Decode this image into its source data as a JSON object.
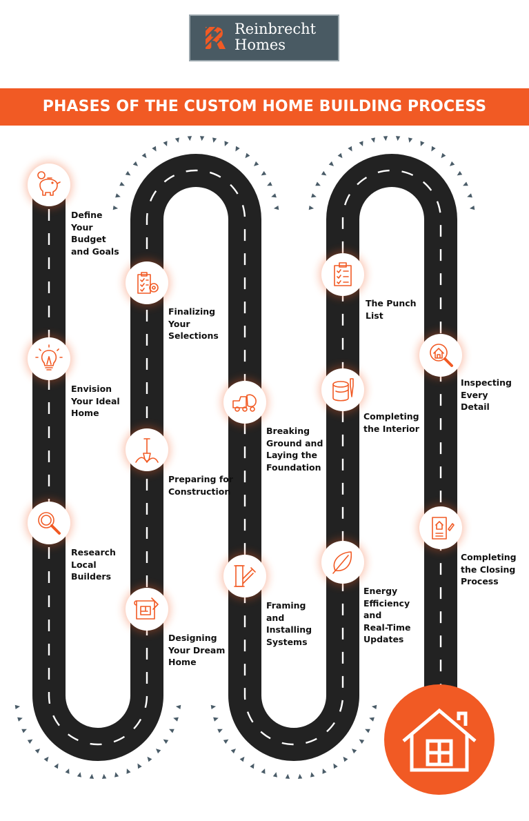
{
  "brand": {
    "name": "Reinbrecht\nHomes",
    "logo_mark": "R"
  },
  "title": "PHASES OF THE CUSTOM HOME BUILDING PROCESS",
  "colors": {
    "accent": "#f15a24",
    "road": "#222222",
    "logo_bg": "#495a63",
    "arrow": "#4a5c68"
  },
  "steps": [
    {
      "label": "Define\nYour\nBudget\nand Goals",
      "icon": "piggy-bank-icon"
    },
    {
      "label": "Envision\nYour Ideal\nHome",
      "icon": "lightbulb-icon"
    },
    {
      "label": "Research\nLocal\nBuilders",
      "icon": "magnifier-icon"
    },
    {
      "label": "Designing\nYour Dream\nHome",
      "icon": "blueprint-icon"
    },
    {
      "label": "Preparing for\nConstruction",
      "icon": "shovel-icon"
    },
    {
      "label": "Finalizing\nYour\nSelections",
      "icon": "checklist-gear-icon"
    },
    {
      "label": "Breaking\nGround and\nLaying the\nFoundation",
      "icon": "cement-truck-icon"
    },
    {
      "label": "Framing\nand\nInstalling\nSystems",
      "icon": "pipe-icon"
    },
    {
      "label": "Energy\nEfficiency\nand\nReal-Time\nUpdates",
      "icon": "leaf-icon"
    },
    {
      "label": "Completing\nthe Interior",
      "icon": "paint-bucket-icon"
    },
    {
      "label": "The Punch\nList",
      "icon": "clipboard-icon"
    },
    {
      "label": "Inspecting\nEvery\nDetail",
      "icon": "house-magnifier-icon"
    },
    {
      "label": "Completing\nthe Closing\nProcess",
      "icon": "document-house-icon"
    },
    {
      "label": "",
      "icon": "house-icon"
    }
  ]
}
